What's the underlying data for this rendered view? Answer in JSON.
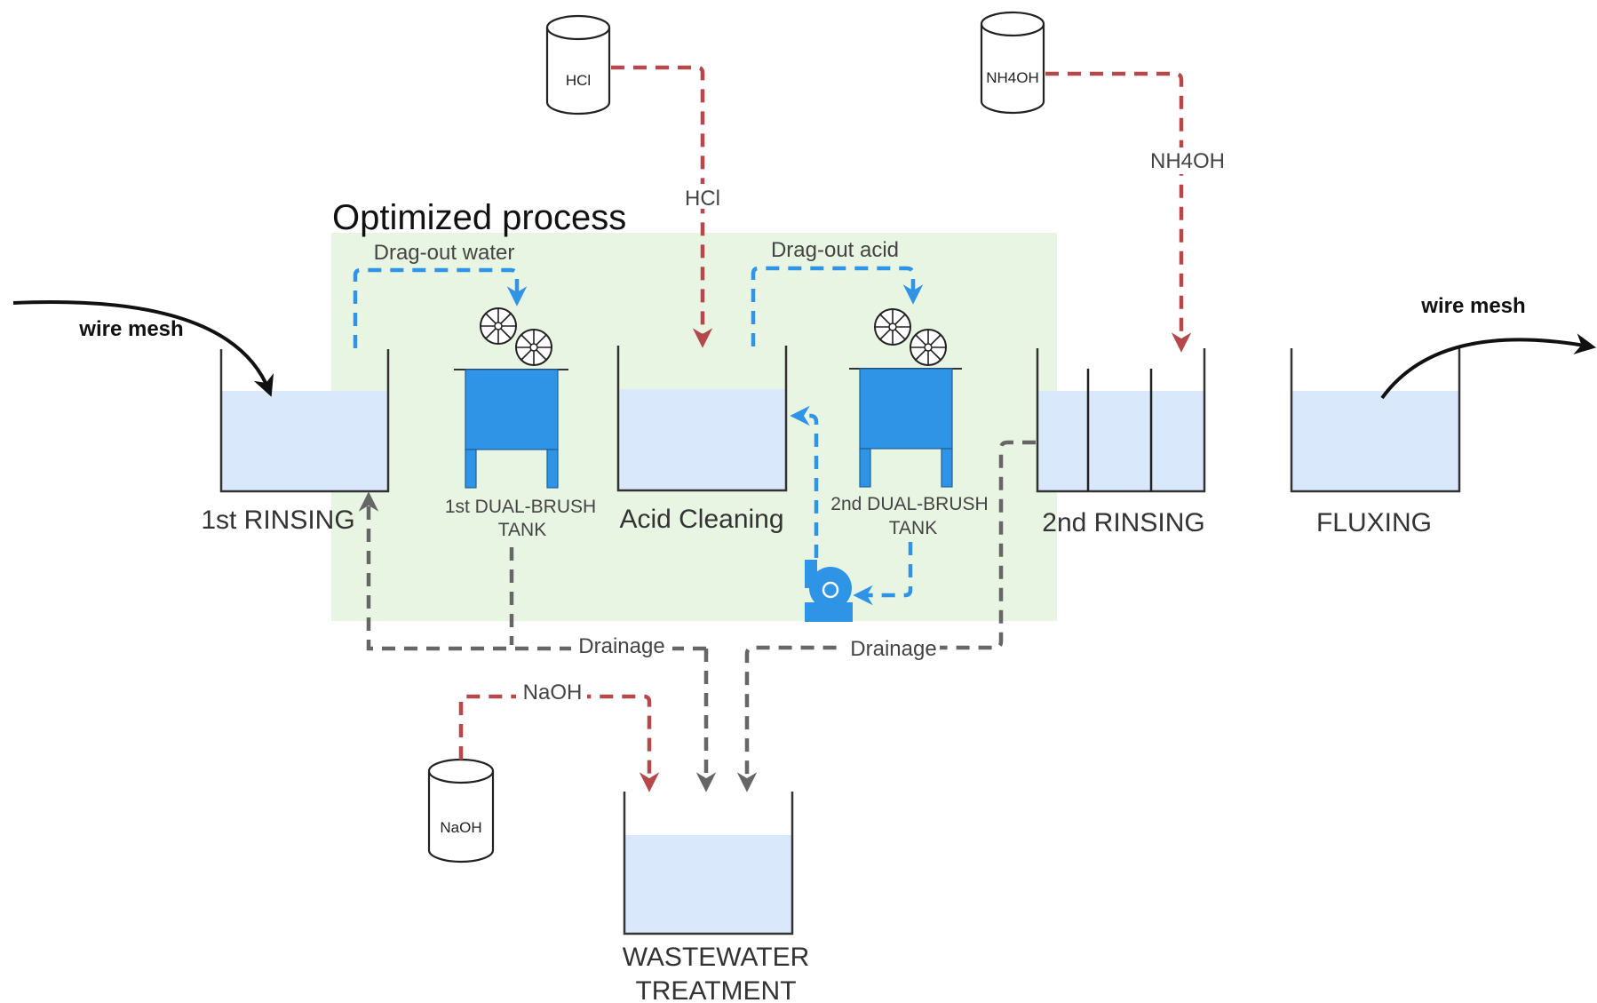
{
  "diagram": {
    "title": "Optimized process",
    "chemicals": {
      "hcl": "HCl",
      "nh4oh": "NH4OH",
      "naoh": "NaOH"
    },
    "flows": {
      "hcl": "HCl",
      "nh4oh": "NH4OH",
      "naoh": "NaOH",
      "dragout_water": "Drag-out water",
      "dragout_acid": "Drag-out acid",
      "drainage_left": "Drainage",
      "drainage_right": "Drainage",
      "wire_mesh_in": "wire mesh",
      "wire_mesh_out": "wire mesh"
    },
    "tanks": {
      "rinsing1": "1st RINSING",
      "brush1_line1": "1st DUAL-BRUSH",
      "brush1_line2": "TANK",
      "acid": "Acid Cleaning",
      "brush2_line1": "2nd DUAL-BRUSH",
      "brush2_line2": "TANK",
      "rinsing2": "2nd RINSING",
      "fluxing": "FLUXING",
      "wastewater_line1": "WASTEWATER",
      "wastewater_line2": "TREATMENT"
    },
    "colors": {
      "optimized_region": "#e9f5e3",
      "water": "#dae8fc",
      "brush_tank": "#2f93e6",
      "dragout_arrow": "#2f93e6",
      "chemical_arrow": "#b5484a",
      "drainage_arrow": "#666666"
    }
  }
}
